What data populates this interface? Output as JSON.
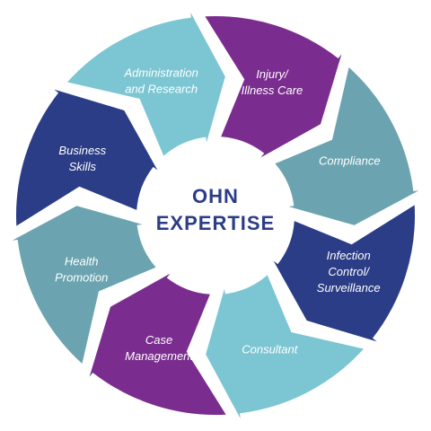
{
  "center": {
    "line1": "OHN",
    "line2": "EXPERTISE"
  },
  "colors": {
    "teal": "#7cc6d3",
    "slate_teal": "#6ba4b0",
    "purple": "#7a2d8e",
    "navy": "#2b3d86",
    "center_text": "#2b3d86"
  },
  "segments": [
    {
      "lines": [
        "Injury/",
        "Illness Care"
      ],
      "color": "#7a2d8e"
    },
    {
      "lines": [
        "Compliance"
      ],
      "color": "#6ba4b0"
    },
    {
      "lines": [
        "Infection",
        "Control/",
        "Surveillance"
      ],
      "color": "#2b3d86"
    },
    {
      "lines": [
        "Consultant"
      ],
      "color": "#7cc6d3"
    },
    {
      "lines": [
        "Case",
        "Management"
      ],
      "color": "#7a2d8e"
    },
    {
      "lines": [
        "Health",
        "Promotion"
      ],
      "color": "#6ba4b0"
    },
    {
      "lines": [
        "Business",
        "Skills"
      ],
      "color": "#2b3d86"
    },
    {
      "lines": [
        "Administration",
        "and Research"
      ],
      "color": "#7cc6d3"
    }
  ]
}
